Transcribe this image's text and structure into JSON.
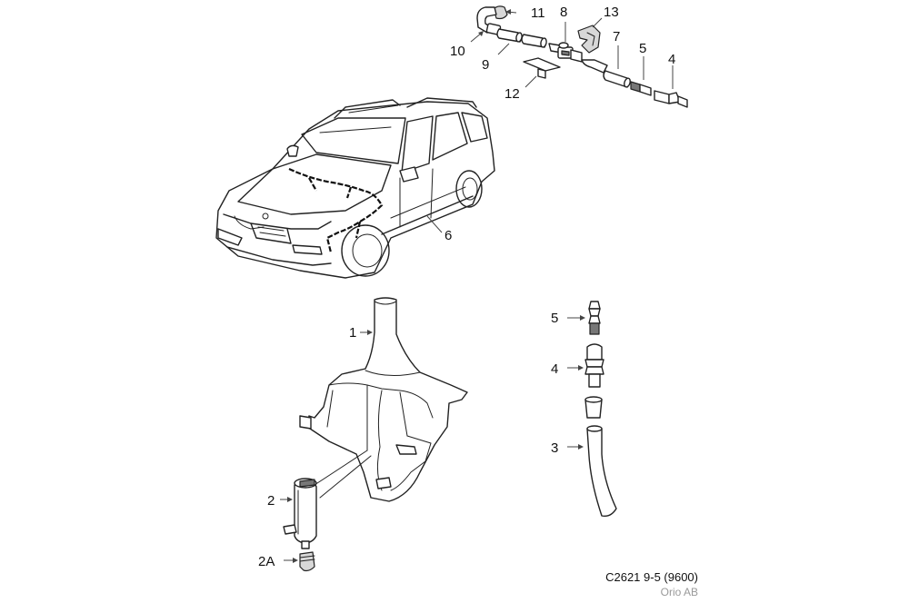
{
  "labels": {
    "p1": "1",
    "p2": "2",
    "p2a": "2A",
    "p3": "3",
    "p4_top": "4",
    "p4_bottom": "4",
    "p5_top": "5",
    "p5_bottom": "5",
    "p6": "6",
    "p7": "7",
    "p8": "8",
    "p9": "9",
    "p10": "10",
    "p11": "11",
    "p12": "12",
    "p13": "13"
  },
  "footer": {
    "code": "C2621 9-5 (9600)",
    "copyright": "Orio AB"
  }
}
